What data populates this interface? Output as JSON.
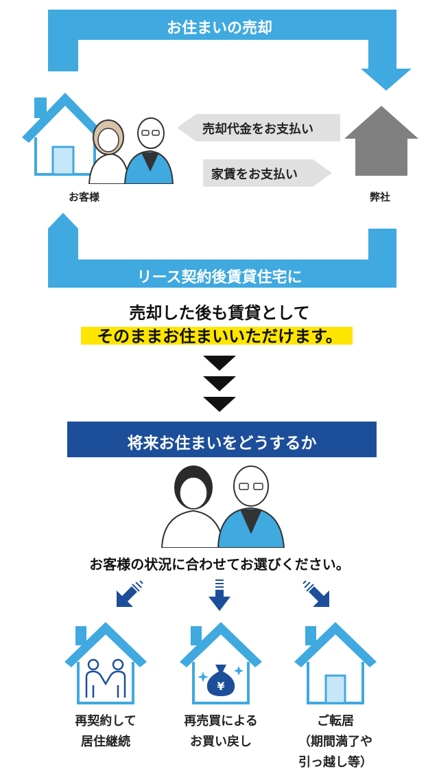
{
  "top_cycle": {
    "sale_label": "お住まいの売却",
    "lease_label": "リース契約後賃貸住宅に",
    "pay_sale_label": "売却代金をお支払い",
    "pay_rent_label": "家賃をお支払い",
    "customer_label": "お客様",
    "company_label": "弊社"
  },
  "headline": {
    "line1": "売却した後も賃貸として",
    "line2": "そのままお住まいいただけます。"
  },
  "future": {
    "title": "将来お住まいをどうするか",
    "subtitle": "お客様の状況に合わせてお選びください。"
  },
  "options": [
    {
      "line1": "再契約して",
      "line2": "居住継続",
      "line3": ""
    },
    {
      "line1": "再売買による",
      "line2": "お買い戻し",
      "line3": ""
    },
    {
      "line1": "ご転居",
      "line2": "（期間満了や",
      "line3": "引っ越し等）"
    }
  ],
  "colors": {
    "sky_blue": "#3fa9e0",
    "navy": "#1d4e9a",
    "highlight_yellow": "#ffe600",
    "gray_house": "#808080",
    "arrow_gray": "#e0e0e0"
  }
}
